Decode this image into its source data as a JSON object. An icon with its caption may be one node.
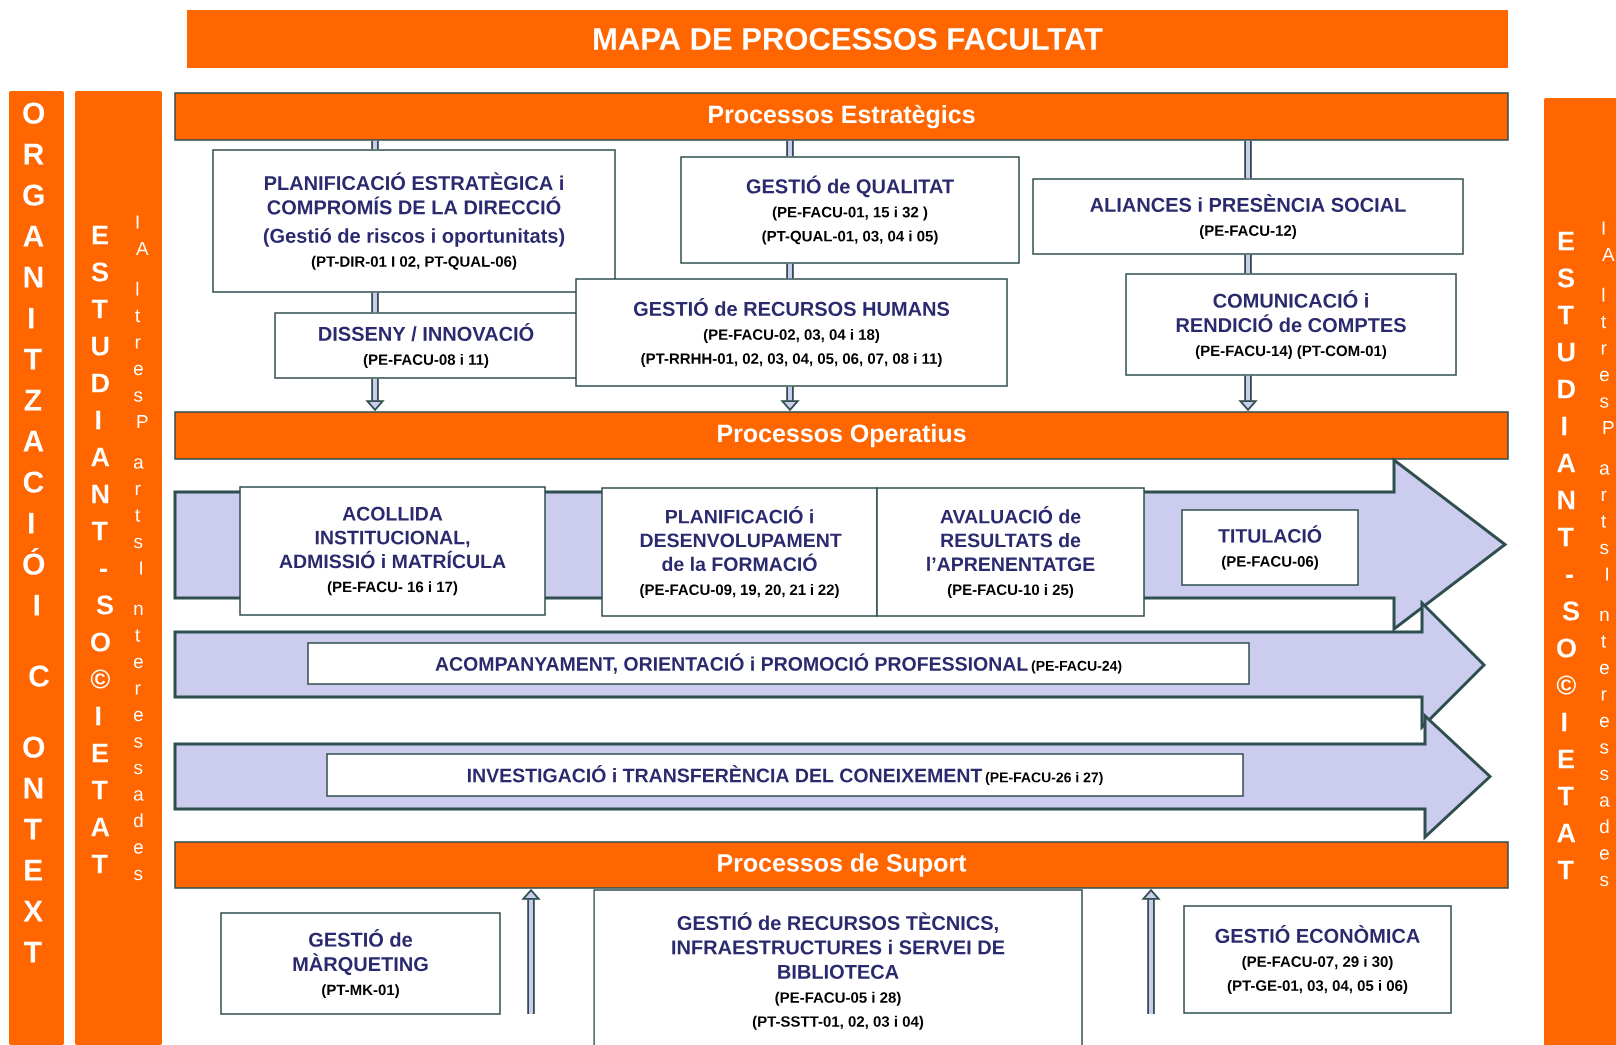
{
  "diagram": {
    "title": "MAPA DE PROCESSOS FACULTAT",
    "nodes": [
      {
        "text": [
          "ORGANITZACIÓ I CONTEXT"
        ]
      },
      {
        "text": [
          "ESTUDIANT - SO©IETAT",
          "I Altres Parts Interessades"
        ]
      },
      {
        "text": [
          "Processos Estratègics"
        ]
      },
      {
        "text": [
          "PLANIFICACIÓ ESTRATÈGICA i COMPROMÍS DE LA DIRECCIÓ",
          "(Gestió de riscos i oportunitats)",
          "(PT-DIR-01 I 02, PT-QUAL-06)"
        ]
      },
      {
        "text": [
          "GESTIÓ de QUALITAT",
          "(PE-FACU-01, 15 i 32 )",
          "(PT-QUAL-01, 03, 04 i 05)"
        ]
      },
      {
        "text": [
          "ALIANCES i PRESÈNCIA SOCIAL",
          "(PE-FACU-12)"
        ]
      },
      {
        "text": [
          "DISSENY / INNOVACIÓ",
          "(PE-FACU-08 i 11)"
        ]
      },
      {
        "text": [
          "GESTIÓ de RECURSOS HUMANS",
          "(PE-FACU-02, 03, 04 i 18)",
          "(PT-RRHH-01, 02, 03, 04, 05, 06, 07, 08 i 11)"
        ]
      },
      {
        "text": [
          "COMUNICACIÓ i RENDICIÓ de COMPTES",
          "(PE-FACU-14) (PT-COM-01)"
        ]
      },
      {
        "text": [
          "Processos Operatius"
        ]
      },
      {
        "text": [],
        "shape": "arrow"
      },
      {
        "text": [
          "ACOLLIDA INSTITUCIONAL, ADMISSIÓ i MATRÍCULA",
          "(PE-FACU- 16 i 17)"
        ],
        "in": 10
      },
      {
        "text": [
          "PLANIFICACIÓ i DESENVOLUPAMENT de la FORMACIÓ",
          "(PE-FACU-09, 19, 20, 21 i 22)"
        ],
        "in": 10
      },
      {
        "text": [
          "AVALUACIÓ de RESULTATS de l’APRENENTATGE",
          "(PE-FACU-10 i 25)"
        ],
        "in": 10
      },
      {
        "text": [
          "TITULACIÓ",
          "(PE-FACU-06)"
        ],
        "in": 10
      },
      {
        "text": [],
        "shape": "arrow"
      },
      {
        "text": [
          "ACOMPANYAMENT, ORIENTACIÓ i PROMOCIÓ PROFESSIONAL",
          "(PE-FACU-24)"
        ],
        "in": 15
      },
      {
        "text": [],
        "shape": "arrow"
      },
      {
        "text": [
          "INVESTIGACIÓ i TRANSFERÈNCIA DEL CONEIXEMENT",
          "(PE-FACU-26 i 27)"
        ],
        "in": 17
      },
      {
        "text": [
          "Processos de Suport"
        ]
      },
      {
        "text": [
          "GESTIÓ de MÀRQUETING",
          "(PT-MK-01)"
        ]
      },
      {
        "text": [
          "GESTIÓ de RECURSOS TÈCNICS, INFRAESTRUCTURES i SERVEI DE BIBLIOTECA",
          "(PE-FACU-05 i 28)",
          "(PT-SSTT-01, 02, 03 i 04)"
        ]
      },
      {
        "text": [
          "GESTIÓ ECONÒMICA",
          "(PE-FACU-07, 29 i 30)",
          "(PT-GE-01, 03, 04, 05 i 06)"
        ]
      },
      {
        "text": [
          "ESTUDIANT - SO©IETAT",
          "I Altres Parts Interessades"
        ]
      }
    ],
    "edges": [
      {
        "from": 2,
        "to": 3,
        "arrow": "none"
      },
      {
        "from": 3,
        "to": 6,
        "arrow": "none"
      },
      {
        "from": 6,
        "to": 9,
        "arrow": "to"
      },
      {
        "from": 2,
        "to": 4,
        "arrow": "none"
      },
      {
        "from": 4,
        "to": 7,
        "arrow": "none"
      },
      {
        "from": 7,
        "to": 9,
        "arrow": "to"
      },
      {
        "from": 2,
        "to": 5,
        "arrow": "none"
      },
      {
        "from": 5,
        "to": 8,
        "arrow": "none"
      },
      {
        "from": 8,
        "to": 9,
        "arrow": "to"
      },
      {
        "from": null,
        "to": 19,
        "arrow": "to"
      },
      {
        "from": null,
        "to": 19,
        "arrow": "to"
      }
    ]
  }
}
